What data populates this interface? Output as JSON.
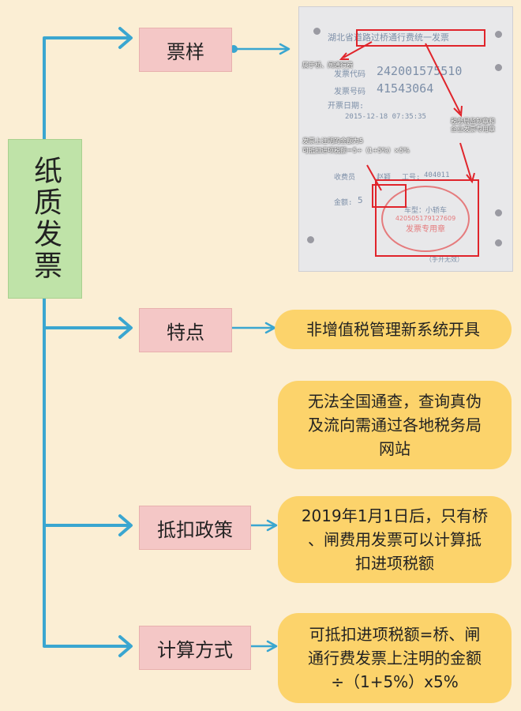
{
  "root": {
    "label": "纸质发票"
  },
  "branches": [
    {
      "label": "票样"
    },
    {
      "label": "特点"
    },
    {
      "label": "抵扣政策"
    },
    {
      "label": "计算方式"
    }
  ],
  "leaves": {
    "feature_1": "非增值税管理新系统开具",
    "feature_2": "无法全国通查，查询真伪\n及流向需通过各地税务局\n网站",
    "policy": "2019年1月1日后，只有桥\n、闸费用发票可以计算抵\n扣进项税额",
    "formula": "可抵扣进项税额=桥、闸\n通行费发票上注明的金额\n÷（1+5%）x5%"
  },
  "sample_invoice": {
    "title": "湖北省道路过桥通行费统一发票",
    "invoice_code_label": "发票代码",
    "invoice_code": "242001575510",
    "invoice_number_label": "发票号码",
    "invoice_number": "41543064",
    "issue_date_label": "开票日期:",
    "issue_datetime": "2015-12-18 07:35:35",
    "toll_person_label": "收费员",
    "toll_person": "赵颖",
    "job_no_label": "工号:",
    "job_no": "404011",
    "amount_label": "金额:",
    "amount": "5",
    "vehicle_label": "车型：小轿车",
    "stamp_number": "420505179127609",
    "stamp_text": "发票专用章",
    "handwritten_invalid": "（手开无效）",
    "annotation_bridge": "属于桥、闸通行费",
    "annotation_stamp": "税务局监制章和\n企业发票专用章",
    "annotation_calc_1": "发票上注明的金额为5",
    "annotation_calc_2": "可抵扣进项税额＝5÷（1+5%）×5%"
  },
  "colors": {
    "background": "#fbeed4",
    "connector": "#3aa6d0",
    "root_fill": "#bfe3a8",
    "branch_fill": "#f4c7c6",
    "leaf_fill": "#fcd36b",
    "annotation_red": "#e0242b"
  }
}
